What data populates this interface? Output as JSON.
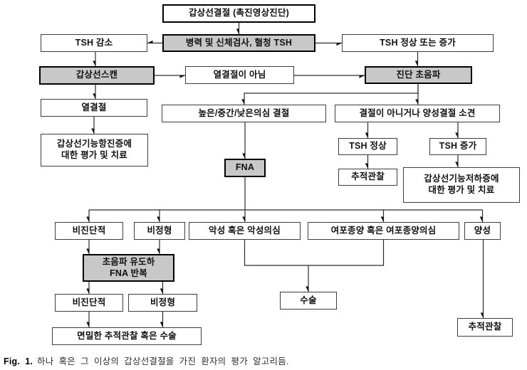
{
  "diagram": {
    "colors": {
      "node_fill": "#ffffff",
      "highlight_fill": "#c8c8c8",
      "border": "#000000",
      "line": "#2b2b2b"
    },
    "nodes": {
      "root": {
        "label": "갑상선결절 (촉진영상진단)"
      },
      "history_tsh": {
        "label": "병력 및 신체검사, 혈청 TSH"
      },
      "tsh_low": {
        "label": "TSH 감소"
      },
      "tsh_normal_up": {
        "label": "TSH 정상 또는 증가"
      },
      "thyroid_scan": {
        "label": "갑상선스캔"
      },
      "not_hot_nodule": {
        "label": "열결절이 아님"
      },
      "diagnostic_us": {
        "label": "진단 초음파"
      },
      "hot_nodule": {
        "label": "열결절"
      },
      "suspicion_nodule": {
        "label": "높은/중간/낮은의심 결절"
      },
      "no_or_benign": {
        "label": "결절이 아니거나 양성결절 소견"
      },
      "hyperthyroid_eval": {
        "label": "갑상선기능항진증에\n대한 평가 및 치료"
      },
      "tsh_normal": {
        "label": "TSH 정상"
      },
      "tsh_up": {
        "label": "TSH 증가"
      },
      "fna": {
        "label": "FNA"
      },
      "follow_up_1": {
        "label": "추적관찰"
      },
      "hypothyroid_eval": {
        "label": "갑상선기능저하증에\n대한 평가 및 치료"
      },
      "nondiagnostic_1": {
        "label": "비진단적"
      },
      "atypia_1": {
        "label": "비정형"
      },
      "malignant": {
        "label": "악성 혹은 악성의심"
      },
      "follicular": {
        "label": "여포종양 혹은 여포종양의심"
      },
      "benign": {
        "label": "양성"
      },
      "us_guided_fna": {
        "label": "초음파 유도하\nFNA 반복"
      },
      "nondiagnostic_2": {
        "label": "비진단적"
      },
      "atypia_2": {
        "label": "비정형"
      },
      "close_follow_or_surgery": {
        "label": "면밀한 추적관찰 혹은 수술"
      },
      "surgery": {
        "label": "수술"
      },
      "follow_up_2": {
        "label": "추적관찰"
      }
    },
    "caption": {
      "prefix": "Fig. 1.",
      "text": "하나 혹은 그 이상의 갑상선결절을 가진 환자의 평가 알고리듬."
    }
  }
}
